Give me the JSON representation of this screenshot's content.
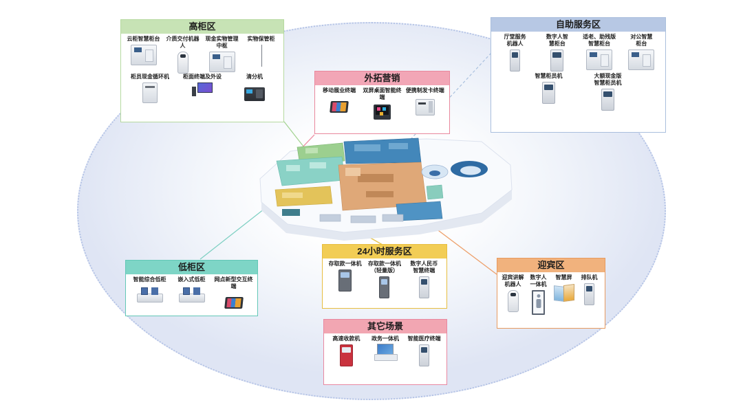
{
  "diagram_colors": {
    "ellipse_border": "#b4c3e6",
    "ellipse_fill_edge": "#dfe5f4",
    "high_counter_zone": "#c7e3b5",
    "outreach_marketing": "#f2a6b6",
    "self_service_zone": "#b7c8e4",
    "low_counter_zone": "#7ed5c6",
    "service_24h_zone": "#f2cd55",
    "other_scenes": "#f2a6b2",
    "welcome_zone": "#f1b27d"
  },
  "floorplan": {
    "zone_colors": {
      "high_counter": "#9ccf8f",
      "self_service": "#4387ba",
      "low_counter": "#8ad2c6",
      "main_hall": "#dfa878",
      "service_24h": "#e3c35a",
      "welcome": "#4f93c4"
    }
  },
  "panels": [
    {
      "title": "高柜区",
      "items": [
        {
          "label": "云柜智慧柜台"
        },
        {
          "label": "介质交付机器人"
        },
        {
          "label": "现金实物管理中枢"
        },
        {
          "label": "实物保管柜"
        },
        {
          "label": "柜员现金循环机"
        },
        {
          "label": "柜面终端及外设"
        },
        {
          "label": "清分机"
        }
      ]
    },
    {
      "title": "外拓营销",
      "items": [
        {
          "label": "移动展业终端"
        },
        {
          "label": "双屏桌面智能终端"
        },
        {
          "label": "便携制发卡终端"
        }
      ]
    },
    {
      "title": "自助服务区",
      "items": [
        {
          "label": "厅堂服务\n机器人"
        },
        {
          "label": "数字人智\n慧柜台"
        },
        {
          "label": "适老、助残版\n智慧柜台"
        },
        {
          "label": "对公智慧\n柜台"
        },
        {
          "label": "智慧柜员机"
        },
        {
          "label": "大额现金版\n智慧柜员机"
        }
      ]
    },
    {
      "title": "低柜区",
      "items": [
        {
          "label": "智能综合低柜"
        },
        {
          "label": "嵌入式低柜"
        },
        {
          "label": "网点新型交互终端"
        }
      ]
    },
    {
      "title": "24小时服务区",
      "items": [
        {
          "label": "存取款一体机"
        },
        {
          "label": "存取款一体机\n（轻量版）"
        },
        {
          "label": "数字人民币\n智慧终端"
        }
      ]
    },
    {
      "title": "其它场景",
      "items": [
        {
          "label": "高速收款机"
        },
        {
          "label": "政务一体机"
        },
        {
          "label": "智能医疗终端"
        }
      ]
    },
    {
      "title": "迎宾区",
      "items": [
        {
          "label": "迎宾讲解\n机器人"
        },
        {
          "label": "数字人\n一体机"
        },
        {
          "label": "智慧屏"
        },
        {
          "label": "排队机"
        }
      ]
    }
  ]
}
